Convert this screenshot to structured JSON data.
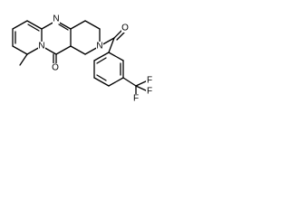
{
  "molecule": {
    "atoms": {
      "n1": "N",
      "n2": "N",
      "n3": "N",
      "o1": "O",
      "o2": "O",
      "f1": "F",
      "f2": "F",
      "f3": "F"
    }
  }
}
